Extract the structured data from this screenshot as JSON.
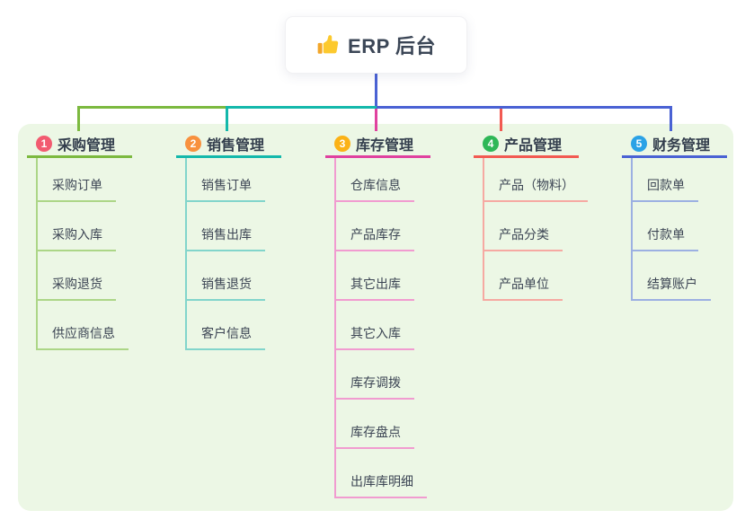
{
  "root": {
    "title": "ERP 后台",
    "icon": "thumbs-up-icon"
  },
  "canvas": {
    "panel_bg": "#ecf7e5",
    "page_bg": "#ffffff"
  },
  "branches": [
    {
      "index": "1",
      "title": "采购管理",
      "badge_color": "#f25b70",
      "line_color": "#7cb93f",
      "child_line_color": "#acd687",
      "children": [
        "采购订单",
        "采购入库",
        "采购退货",
        "供应商信息"
      ]
    },
    {
      "index": "2",
      "title": "销售管理",
      "badge_color": "#f8913e",
      "line_color": "#14b8ab",
      "child_line_color": "#82d5cb",
      "children": [
        "销售订单",
        "销售出库",
        "销售退货",
        "客户信息"
      ]
    },
    {
      "index": "3",
      "title": "库存管理",
      "badge_color": "#fbb216",
      "line_color": "#e0419f",
      "child_line_color": "#f19bd0",
      "children": [
        "仓库信息",
        "产品库存",
        "其它出库",
        "其它入库",
        "库存调拨",
        "库存盘点",
        "出库库明细"
      ]
    },
    {
      "index": "4",
      "title": "产品管理",
      "badge_color": "#2eb757",
      "line_color": "#f25a52",
      "child_line_color": "#f6a9a2",
      "children": [
        "产品（物料）",
        "产品分类",
        "产品单位"
      ]
    },
    {
      "index": "5",
      "title": "财务管理",
      "badge_color": "#2ba2e6",
      "line_color": "#4a62d4",
      "child_line_color": "#9cb0e2",
      "children": [
        "回款单",
        "付款单",
        "结算账户"
      ]
    }
  ]
}
